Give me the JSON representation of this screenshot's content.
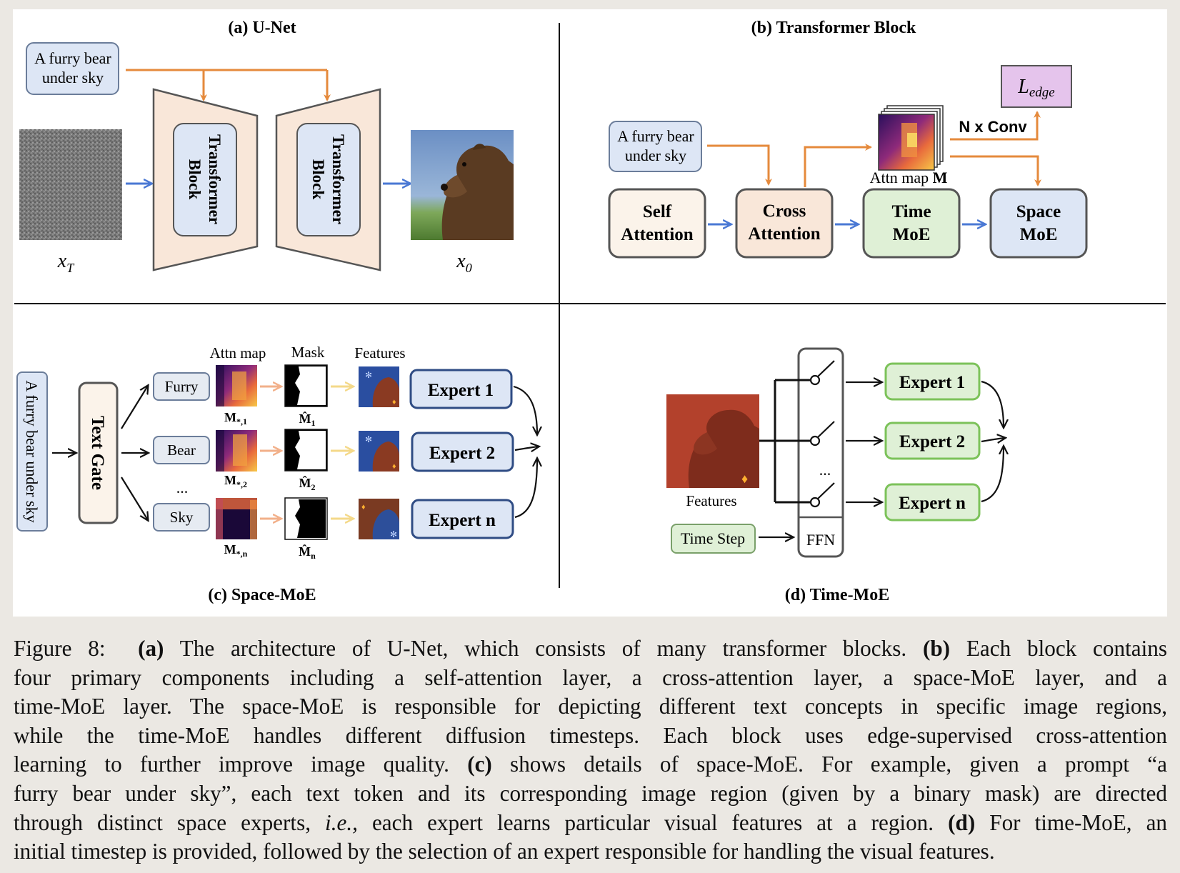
{
  "panels": {
    "a": {
      "title": "(a) U-Net",
      "prompt_line1": "A furry bear",
      "prompt_line2": "under sky",
      "block1_line1": "Transformer",
      "block1_line2": "Block",
      "block2_line1": "Transformer",
      "block2_line2": "Block",
      "input_label": "x",
      "input_sub": "T",
      "output_label": "x",
      "output_sub": "0"
    },
    "b": {
      "title": "(b) Transformer Block",
      "prompt_line1": "A furry bear",
      "prompt_line2": "under sky",
      "self_line1": "Self",
      "self_line2": "Attention",
      "cross_line1": "Cross",
      "cross_line2": "Attention",
      "time_line1": "Time",
      "time_line2": "MoE",
      "space_line1": "Space",
      "space_line2": "MoE",
      "attn_map_label": "Attn map",
      "attn_map_symbol": "M",
      "conv_label": "N x Conv",
      "loss_label": "L",
      "loss_sub": "edge"
    },
    "c": {
      "title": "(c) Space-MoE",
      "prompt": "A furry bear under sky",
      "gate": "Text Gate",
      "col_attn": "Attn map",
      "col_mask": "Mask",
      "col_features": "Features",
      "tokens": [
        "Furry",
        "Bear",
        "Sky"
      ],
      "ellipsis": "...",
      "attn_labels": [
        "M",
        "M",
        "M"
      ],
      "attn_subs": [
        "*,1",
        "*,2",
        "*,n"
      ],
      "mask_labels": [
        "M̂",
        "M̂",
        "M̂"
      ],
      "mask_subs": [
        "1",
        "2",
        "n"
      ],
      "experts": [
        "Expert 1",
        "Expert 2",
        "Expert n"
      ]
    },
    "d": {
      "title": "(d) Time-MoE",
      "features_label": "Features",
      "timestep": "Time Step",
      "ffn": "FFN",
      "ellipsis": "...",
      "experts": [
        "Expert 1",
        "Expert 2",
        "Expert n"
      ]
    }
  },
  "caption": {
    "lines": [
      "<span class=\"fig\">Figure 8:</span>&nbsp; <b>(a)</b> The architecture of U-Net, which consists of many transformer blocks. <b>(b)</b> Each block contains",
      "four primary components including a self-attention layer, a cross-attention layer, a space-MoE layer, and a",
      "time-MoE layer. The space-MoE is responsible for depicting different text concepts in specific image regions,",
      "while the time-MoE handles different diffusion timesteps. Each block uses edge-supervised cross-attention",
      "learning to further improve image quality. <b>(c)</b> shows details of space-MoE. For example, given a prompt “a",
      "furry bear under sky”, each text token and its corresponding image region (given by a binary mask) are directed",
      "through distinct space experts, <i>i.e.,</i> each expert learns particular visual features at a region. <b>(d)</b> For time-MoE, an",
      "initial timestep is provided, followed by the selection of an expert responsible for handling the visual features."
    ]
  },
  "colors": {
    "orange_arrow": "#e58a3c",
    "blue_arrow": "#4a78d4",
    "peach_fill": "#f9e7d9",
    "blue_fill": "#dde6f5",
    "green_fill": "#dff0d6",
    "green_border": "#7cc25a",
    "navy_border": "#2f4c84",
    "purple_fill": "#e5c4ec"
  }
}
